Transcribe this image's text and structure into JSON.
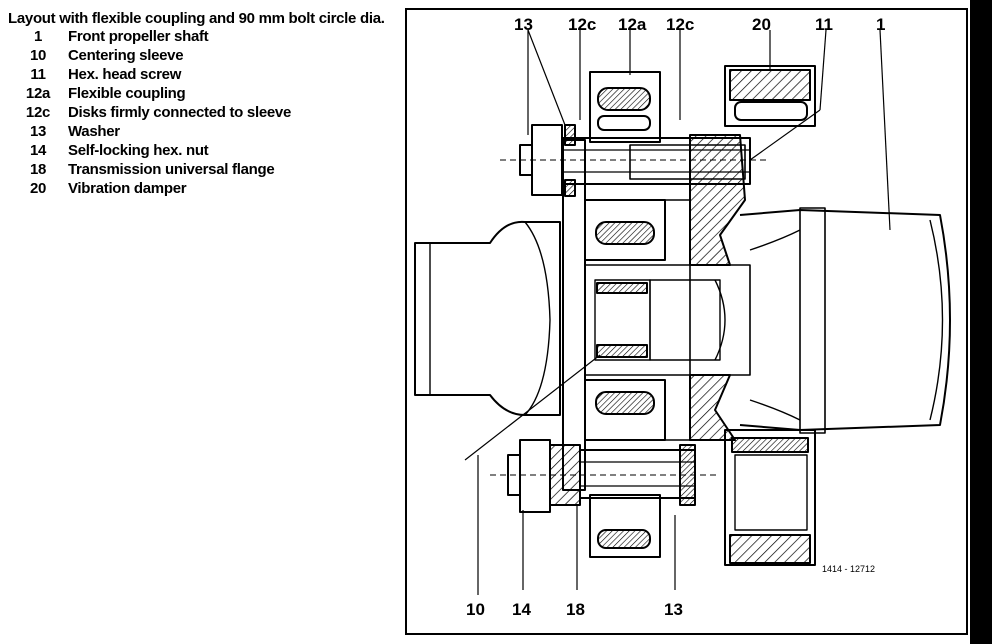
{
  "legend": {
    "title": "Layout with flexible coupling and 90 mm bolt circle dia.",
    "items": [
      {
        "num": "1",
        "text": "Front propeller shaft"
      },
      {
        "num": "10",
        "text": "Centering sleeve"
      },
      {
        "num": "11",
        "text": "Hex. head screw"
      },
      {
        "num": "12a",
        "text": "Flexible coupling"
      },
      {
        "num": "12c",
        "text": "Disks firmly connected to sleeve"
      },
      {
        "num": "13",
        "text": "Washer"
      },
      {
        "num": "14",
        "text": "Self-locking hex. nut"
      },
      {
        "num": "18",
        "text": "Transmission universal flange"
      },
      {
        "num": "20",
        "text": "Vibration damper"
      }
    ]
  },
  "figure": {
    "top_labels": [
      "13",
      "12c",
      "12a",
      "12c",
      "20",
      "11",
      "1"
    ],
    "bottom_labels": [
      "10",
      "14",
      "18",
      "13"
    ],
    "drawing_code": "1414 - 12712"
  },
  "colors": {
    "ink": "#000000",
    "paper": "#ffffff"
  }
}
